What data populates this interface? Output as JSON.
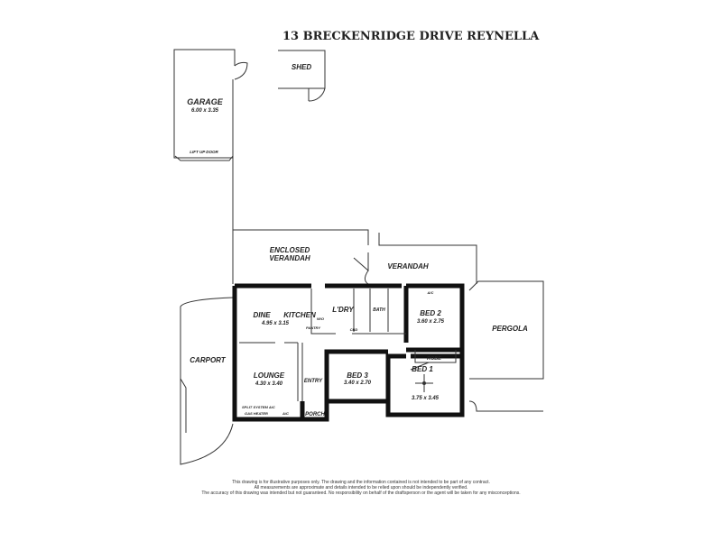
{
  "title": "13 BRECKENRIDGE DRIVE REYNELLA",
  "rooms": {
    "garage": {
      "name": "GARAGE",
      "size": "6.00 x 3.35",
      "door": "LIFT UP DOOR"
    },
    "shed": {
      "name": "SHED"
    },
    "enclosed_verandah": {
      "line1": "ENCLOSED",
      "line2": "VERANDAH"
    },
    "verandah": {
      "name": "VERANDAH"
    },
    "dine": {
      "name": "DINE",
      "size": "4.95 x 3.15"
    },
    "kitchen": {
      "name": "KITCHEN",
      "pantry": "PANTRY",
      "wo": "W/O"
    },
    "laundry": {
      "name": "L'DRY",
      "cbd": "CBD"
    },
    "bath": {
      "name": "BATH"
    },
    "bed2": {
      "name": "BED 2",
      "size": "3.60 x 2.75",
      "ac": "A/C"
    },
    "pergola": {
      "name": "PERGOLA"
    },
    "carport": {
      "name": "CARPORT"
    },
    "lounge": {
      "name": "LOUNGE",
      "size": "4.30 x 3.40",
      "split": "SPLIT SYSTEM A/C",
      "gas": "GAS HEATER",
      "ac": "A/C"
    },
    "entry": {
      "name": "ENTRY"
    },
    "porch": {
      "name": "PORCH"
    },
    "bed3": {
      "name": "BED 3",
      "size": "3.40 x 2.70"
    },
    "bed1": {
      "name": "BED 1",
      "size": "3.75 x 3.45",
      "robe": "ROBE"
    }
  },
  "disclaimer": [
    "This drawing is for illustrative purposes only. The drawing and the information contained is not intended to be part of any contract.",
    "All measurements are approximate and details intended to be relied upon should be independently verified.",
    "The accuracy of this drawing was intended but not guaranteed. No responsibility on behalf of the draftsperson or the agent will be taken for any misconceptions."
  ]
}
